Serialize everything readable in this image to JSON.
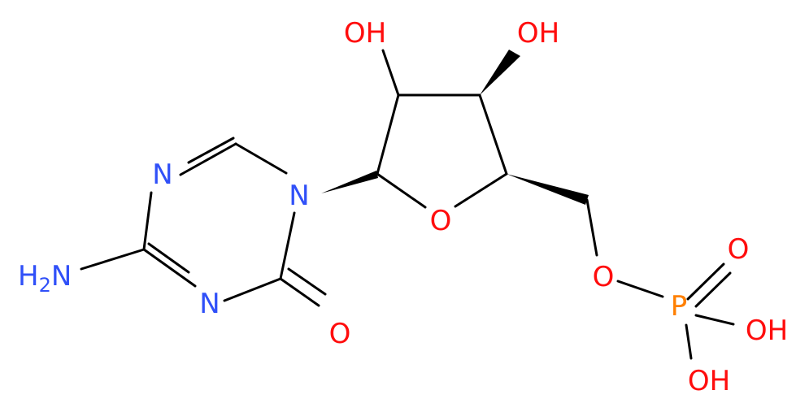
{
  "molecule": {
    "colors": {
      "carbon_bond": "#000000",
      "nitrogen": "#3050F8",
      "oxygen": "#FF0D0D",
      "phosphorus": "#FF8000"
    },
    "atoms": {
      "n_ring_top": "N",
      "n_ring_glyc": "N",
      "n_ring_bottom": "N",
      "amine": {
        "main": "H",
        "subscript": "2",
        "end": "N"
      },
      "carbonyl_o": "O",
      "ring_o": "O",
      "oh_2prime": "OH",
      "oh_3prime": "OH",
      "ester_o": "O",
      "phosphorus": "P",
      "p_double_o": "O",
      "p_oh_1": "OH",
      "p_oh_2": "OH"
    }
  }
}
